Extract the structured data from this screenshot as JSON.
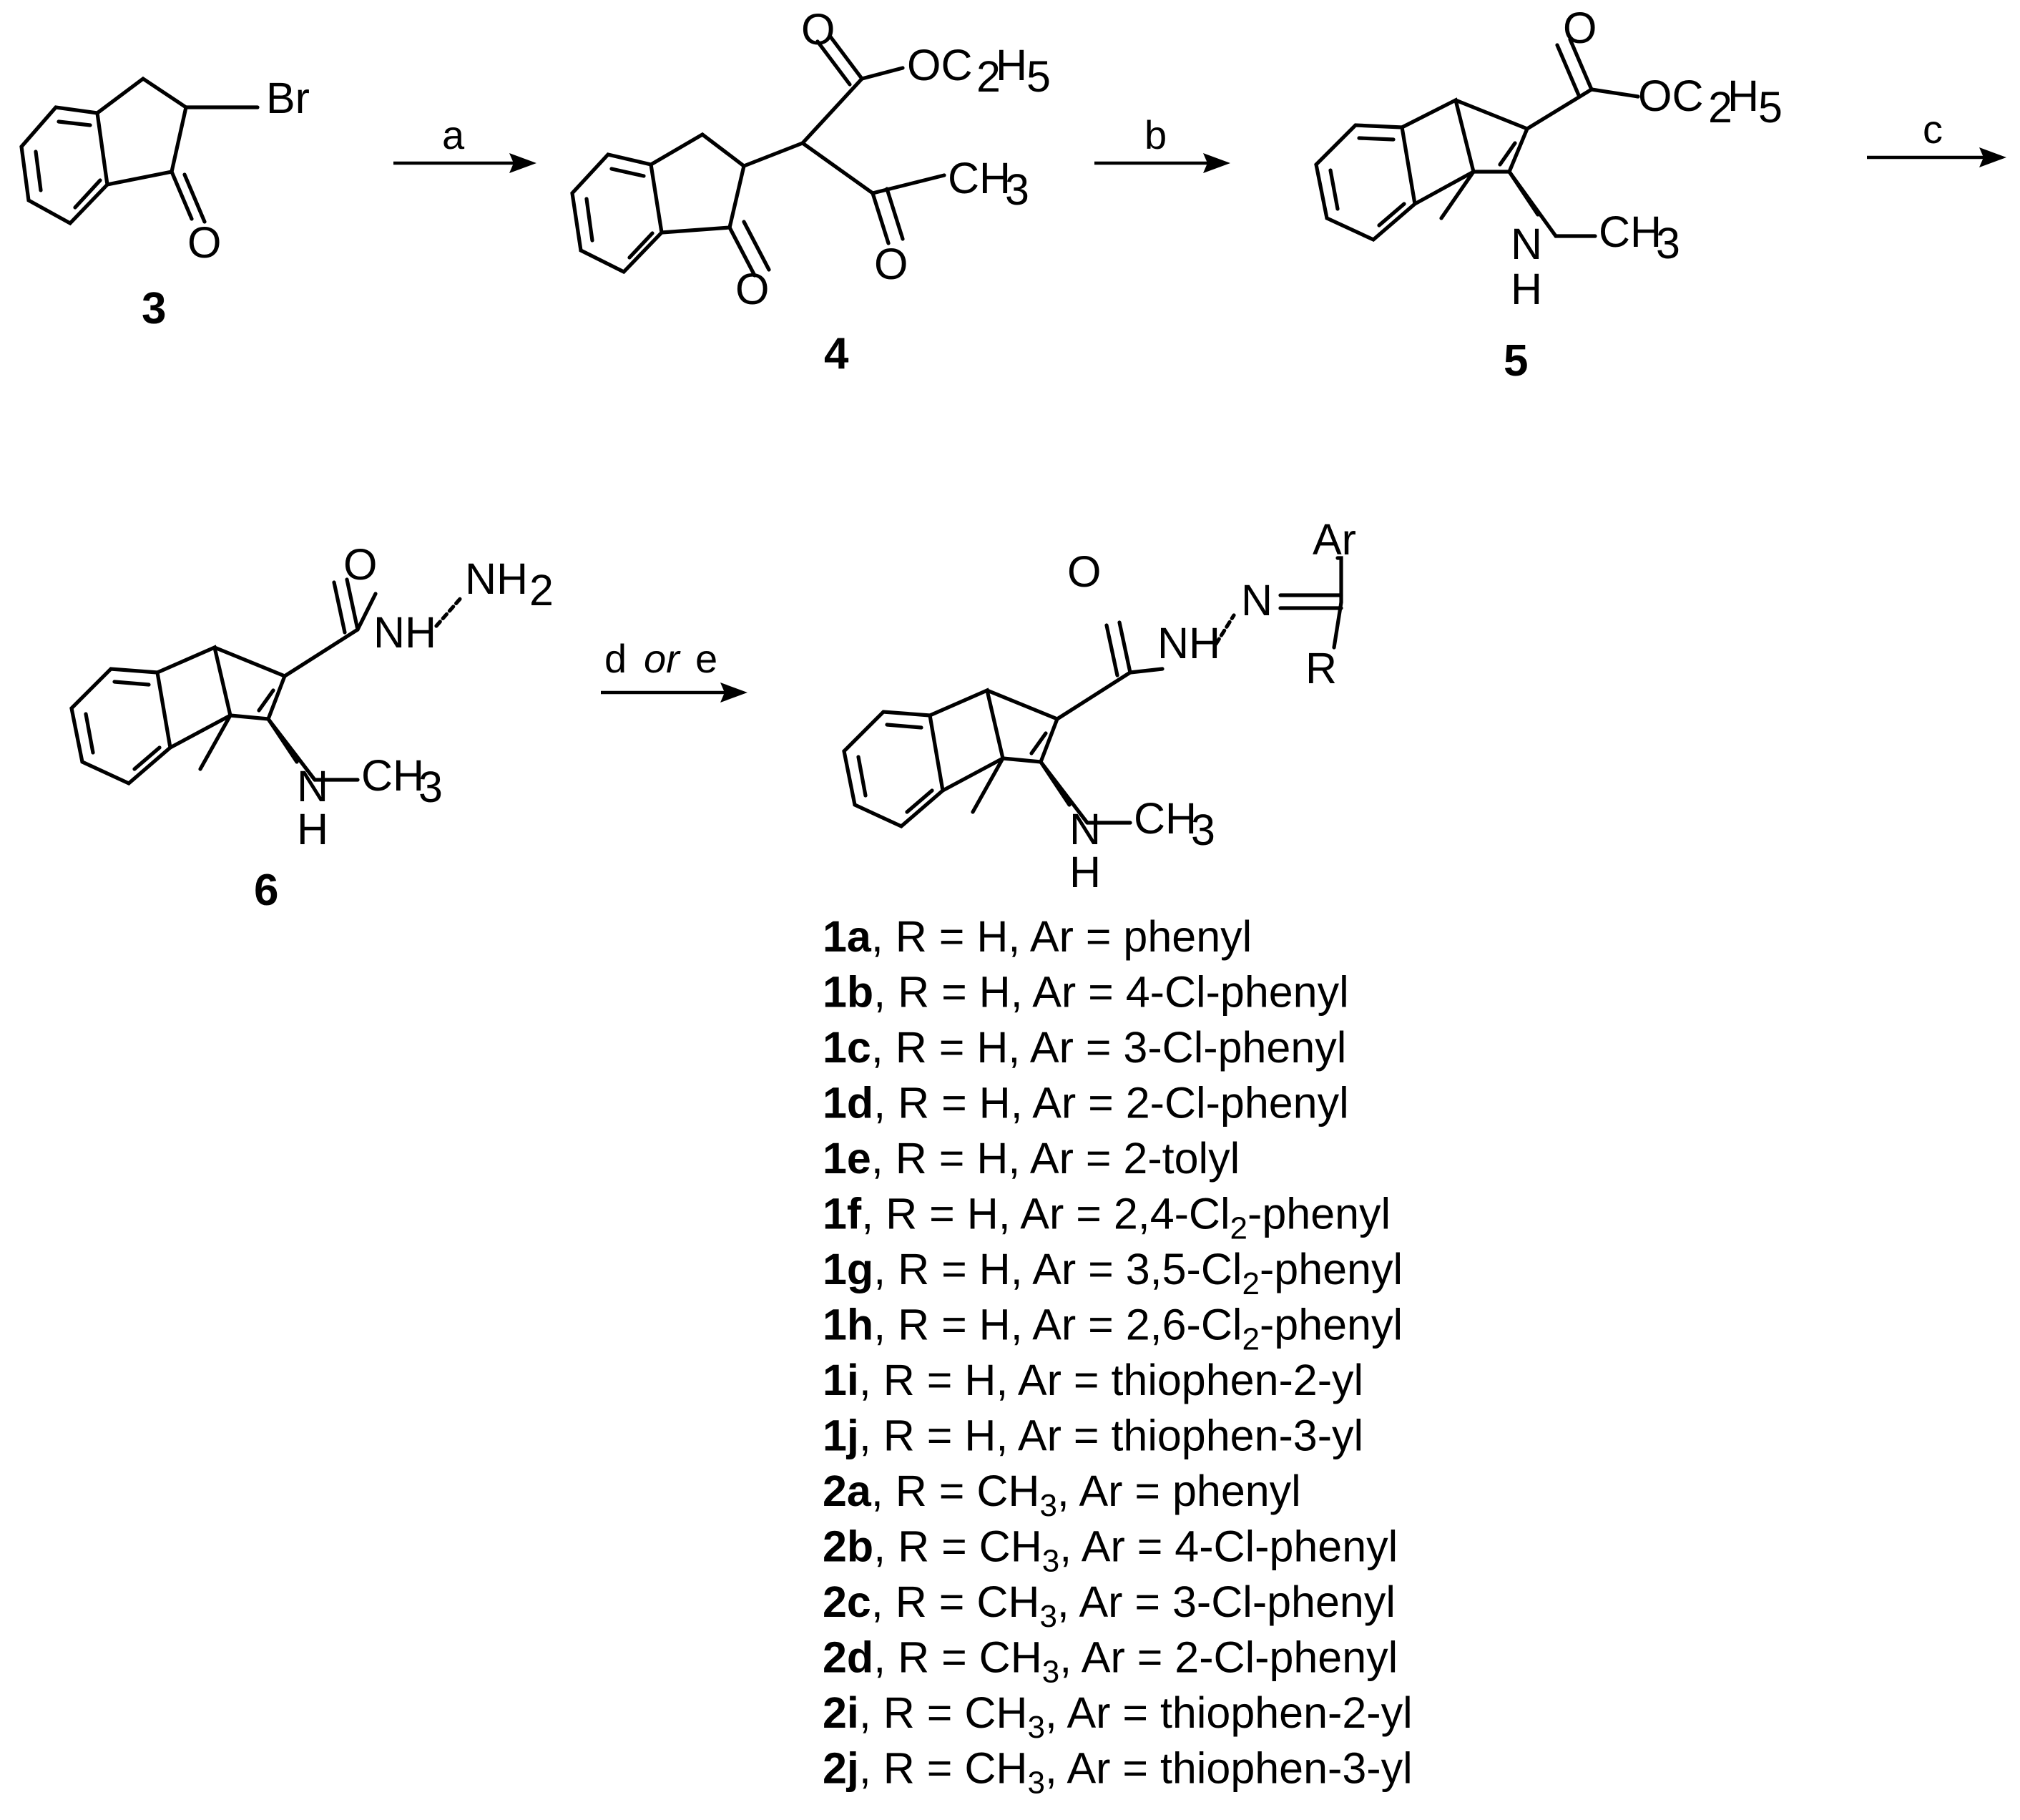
{
  "compounds": {
    "c3": "3",
    "c4": "4",
    "c5": "5",
    "c6": "6"
  },
  "conditions": {
    "a": "a",
    "b": "b",
    "c": "c",
    "d": "d",
    "or": "or",
    "e": "e"
  },
  "atoms": {
    "Br": "Br",
    "O": "O",
    "OC2H5_main": "OC",
    "OC2H5_sub": "2",
    "OC2H5_end": "H",
    "OC2H5_sub2": "5",
    "CH3_main": "CH",
    "CH3_sub": "3",
    "NH2_main": "NH",
    "NH2_sub": "2",
    "NH": "NH",
    "N": "N",
    "H": "H",
    "Ar": "Ar",
    "R": "R"
  },
  "products": [
    {
      "id": "1a",
      "text": ", R = H, Ar = phenyl"
    },
    {
      "id": "1b",
      "text": ", R = H, Ar = 4-Cl-phenyl"
    },
    {
      "id": "1c",
      "text": ", R = H, Ar = 3-Cl-phenyl"
    },
    {
      "id": "1d",
      "text": ", R = H, Ar = 2-Cl-phenyl"
    },
    {
      "id": "1e",
      "text": ", R = H, Ar = 2-tolyl"
    },
    {
      "id": "1f",
      "pre": ", R = H, Ar = 2,4-Cl",
      "sub": "2",
      "post": "-phenyl"
    },
    {
      "id": "1g",
      "pre": ", R = H, Ar = 3,5-Cl",
      "sub": "2",
      "post": "-phenyl"
    },
    {
      "id": "1h",
      "pre": ", R = H, Ar = 2,6-Cl",
      "sub": "2",
      "post": "-phenyl"
    },
    {
      "id": "1i",
      "text": ", R = H, Ar = thiophen-2-yl"
    },
    {
      "id": "1j",
      "text": ", R = H, Ar = thiophen-3-yl"
    },
    {
      "id": "2a",
      "pre": ", R = CH",
      "sub": "3",
      "post": ", Ar = phenyl"
    },
    {
      "id": "2b",
      "pre": ", R = CH",
      "sub": "3",
      "post": ", Ar = 4-Cl-phenyl"
    },
    {
      "id": "2c",
      "pre": ", R = CH",
      "sub": "3",
      "post": ", Ar = 3-Cl-phenyl"
    },
    {
      "id": "2d",
      "pre": ", R = CH",
      "sub": "3",
      "post": ", Ar = 2-Cl-phenyl"
    },
    {
      "id": "2i",
      "pre": ", R = CH",
      "sub": "3",
      "post": ", Ar = thiophen-2-yl"
    },
    {
      "id": "2j",
      "pre": ", R = CH",
      "sub": "3",
      "post": ", Ar = thiophen-3-yl"
    }
  ]
}
